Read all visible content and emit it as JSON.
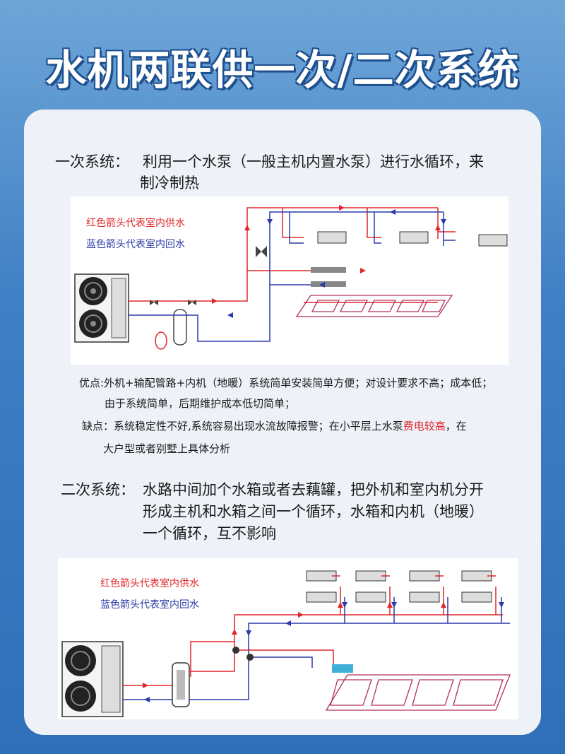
{
  "title": "水机两联供一次/二次系统",
  "primary": {
    "label": "一次系统：",
    "desc_line1": "利用一个水泵（一般主机内置水泵）进行水循环，来",
    "desc_line2": "制冷制热",
    "legend_red": "红色箭头代表室内供水",
    "legend_blue": "蓝色箭头代表室内回水",
    "pros_line1": "优点:外机+输配管路+内机（地暖）系统简单安装简单方便；对设计要求不高；成本低；",
    "pros_line2": "由于系统简单，后期维护成本低切简单；",
    "cons_prefix": "缺点：系统稳定性不好,系统容易出现水流故障报警；在小平层上水泵",
    "cons_highlight": "费电较高",
    "cons_suffix": "，在",
    "cons_line2": "大户型或者别墅上具体分析"
  },
  "secondary": {
    "label": "二次系统：",
    "desc_line1": "水路中间加个水箱或者去藕罐，把外机和室内机分开",
    "desc_line2": "形成主机和水箱之间一个循环，水箱和内机（地暖）",
    "desc_line3": "一个循环，互不影响",
    "legend_red": "红色箭头代表室内供水",
    "legend_blue": "蓝色箭头代表室内回水"
  },
  "colors": {
    "supply": "#e0262a",
    "return": "#2a3aa8",
    "floor_heat": "#b0305a"
  },
  "icons": [
    "fan-icon",
    "fan-coil-icon",
    "valve-icon",
    "pump-icon",
    "tank-icon",
    "manifold-icon",
    "floor-heating-coil-icon"
  ]
}
